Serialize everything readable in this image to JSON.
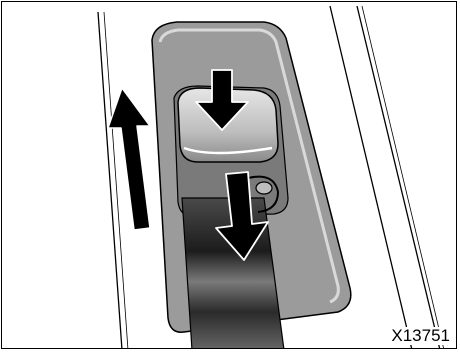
{
  "figure": {
    "code": "X13751",
    "subject": "seat-belt-shoulder-anchor-adjuster",
    "colors": {
      "panel_fill": "#9b9b9b",
      "panel_light": "#d9d9d9",
      "belt_dark": "#262626",
      "belt_mid": "#555555",
      "arrow_fill": "#000000",
      "outline": "#000000",
      "background": "#ffffff"
    },
    "icons": [
      "up-arrow",
      "down-arrow-push-button",
      "down-arrow-lower-anchor"
    ]
  }
}
